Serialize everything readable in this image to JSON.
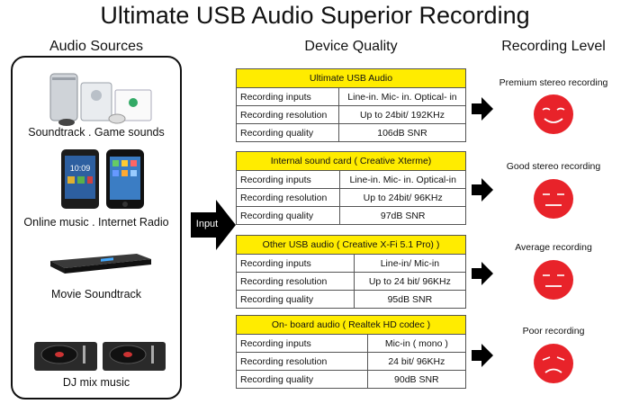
{
  "title": "Ultimate USB Audio Superior Recording",
  "headings": {
    "sources": "Audio Sources",
    "quality": "Device Quality",
    "level": "Recording Level"
  },
  "sources": [
    {
      "label": "Soundtrack . Game sounds",
      "icon": "game-console-icon"
    },
    {
      "label": "Online music . Internet Radio",
      "icon": "smartphone-icon"
    },
    {
      "label": "Movie Soundtrack",
      "icon": "dvd-player-icon"
    },
    {
      "label": "DJ mix music",
      "icon": "turntable-icon"
    }
  ],
  "input_label": "Input",
  "devices": [
    {
      "name": "Ultimate USB Audio",
      "rows": [
        {
          "label": "Recording inputs",
          "value": "Line-in. Mic- in. Optical- in"
        },
        {
          "label": "Recording resolution",
          "value": "Up to 24bit/ 192KHz"
        },
        {
          "label": "Recording quality",
          "value": "106dB SNR"
        }
      ]
    },
    {
      "name": "Internal sound card ( Creative Xterme)",
      "rows": [
        {
          "label": "Recording inputs",
          "value": "Line-in. Mic- in. Optical-in"
        },
        {
          "label": "Recording resolution",
          "value": "Up to 24bit/ 96KHz"
        },
        {
          "label": "Recording quality",
          "value": "97dB SNR"
        }
      ]
    },
    {
      "name": "Other USB audio ( Creative X-Fi 5.1 Pro)   )",
      "rows": [
        {
          "label": "Recording inputs",
          "value": "Line-in/ Mic-in"
        },
        {
          "label": "Recording resolution",
          "value": "Up to 24 bit/ 96KHz"
        },
        {
          "label": "Recording quality",
          "value": "95dB SNR"
        }
      ]
    },
    {
      "name": "On- board audio ( Realtek HD codec )",
      "rows": [
        {
          "label": "Recording inputs",
          "value": "Mic-in ( mono )"
        },
        {
          "label": "Recording resolution",
          "value": "24 bit/ 96KHz"
        },
        {
          "label": "Recording quality",
          "value": "90dB SNR"
        }
      ]
    }
  ],
  "levels": [
    {
      "label": "Premium stereo recording",
      "face": "happy-face-icon"
    },
    {
      "label": "Good stereo recording",
      "face": "neutral-face-icon"
    },
    {
      "label": "Average recording",
      "face": "neutral-face-icon"
    },
    {
      "label": "Poor recording",
      "face": "sad-face-icon"
    }
  ],
  "colors": {
    "table_header": "#ffec00",
    "face": "#e8232a",
    "arrow": "#000000"
  }
}
